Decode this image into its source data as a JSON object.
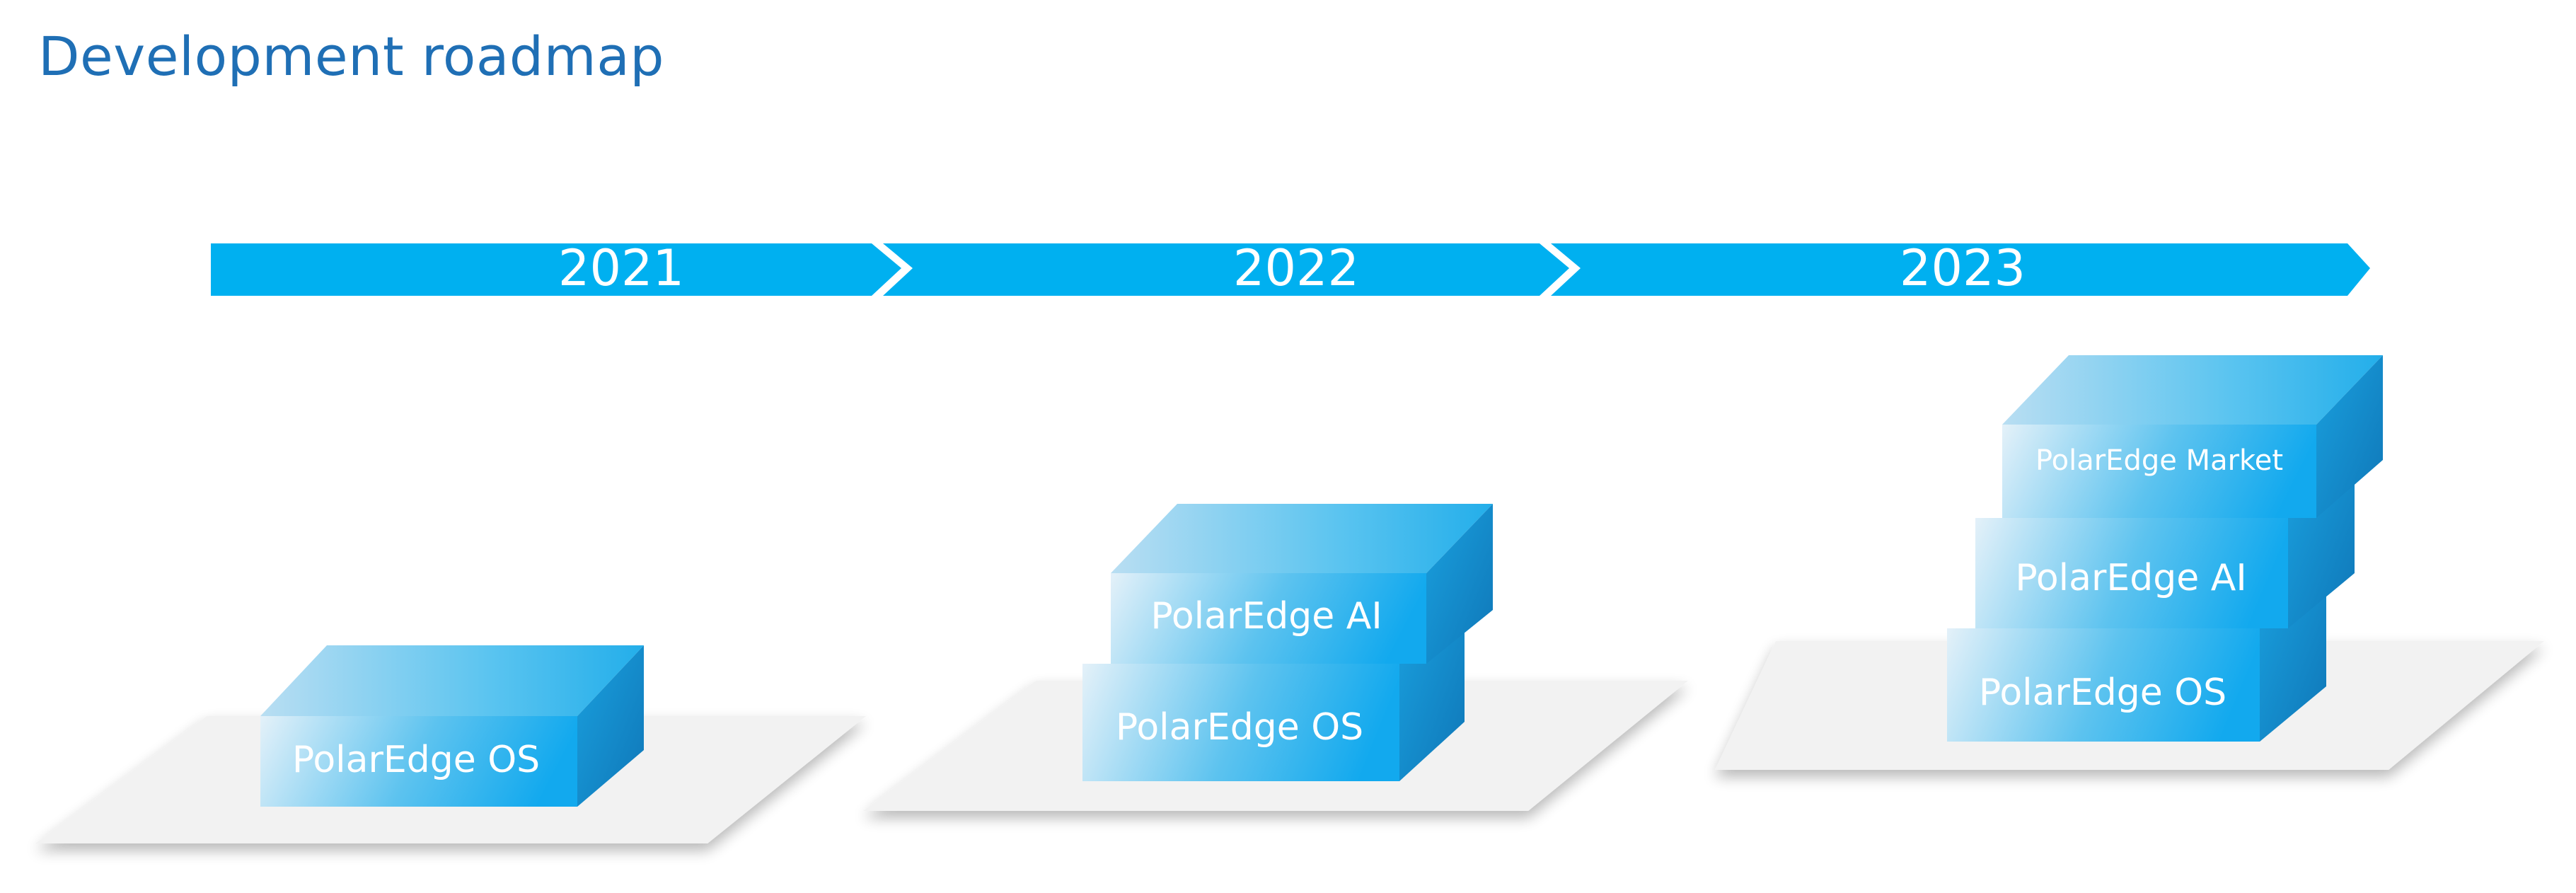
{
  "title": "Development roadmap",
  "timeline": {
    "years": [
      "2021",
      "2022",
      "2023"
    ]
  },
  "stages": [
    {
      "year": "2021",
      "blocks": [
        "PolarEdge OS"
      ]
    },
    {
      "year": "2022",
      "blocks": [
        "PolarEdge OS",
        "PolarEdge AI"
      ]
    },
    {
      "year": "2023",
      "blocks": [
        "PolarEdge OS",
        "PolarEdge AI",
        "PolarEdge Market"
      ]
    }
  ],
  "colors": {
    "title": "#1f6fb5",
    "timeline": "#00b0f0",
    "block_front_light": "#d6eaf6",
    "block_front_dark": "#1aa8ec",
    "block_side": "#1483c6",
    "platform": "#f2f2f2",
    "label": "#ffffff"
  }
}
